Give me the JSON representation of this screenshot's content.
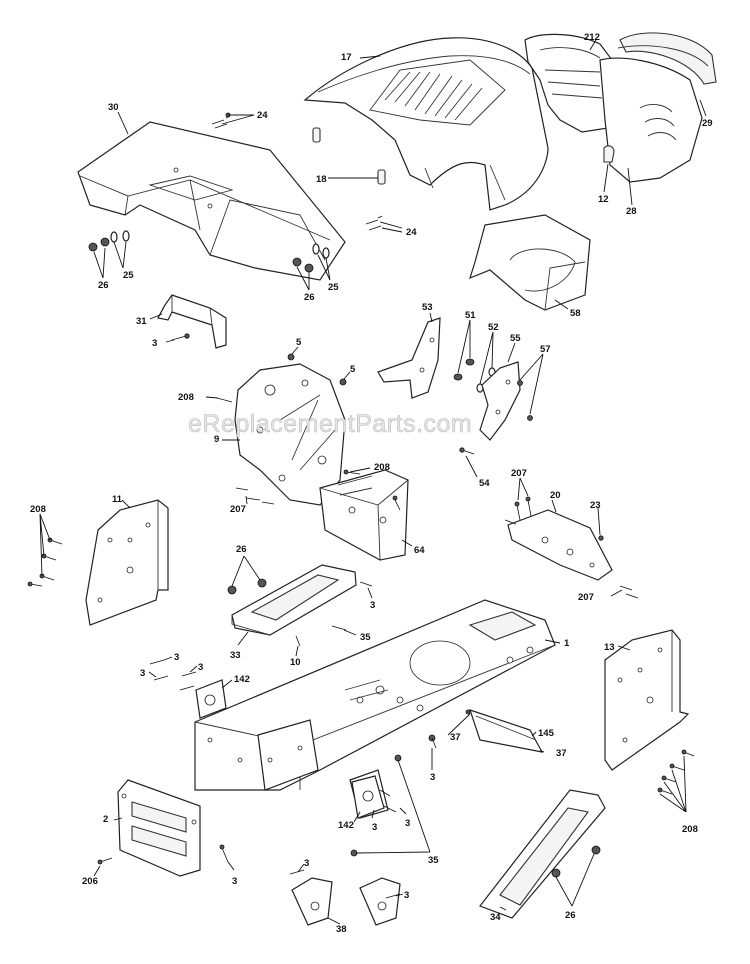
{
  "watermark": "eReplacementParts.com",
  "callouts": {
    "c17": "17",
    "c212": "212",
    "c30": "30",
    "c24a": "24",
    "c29": "29",
    "c18": "18",
    "c12": "12",
    "c28": "28",
    "c24b": "24",
    "c25a": "25",
    "c26a": "26",
    "c26b": "26",
    "c25b": "25",
    "c58": "58",
    "c53": "53",
    "c51": "51",
    "c52": "52",
    "c55": "55",
    "c57": "57",
    "c31": "31",
    "c3a": "3",
    "c5a": "5",
    "c5b": "5",
    "c208a": "208",
    "c9": "9",
    "c54": "54",
    "c208b": "208",
    "c207a": "207",
    "c207b": "207",
    "c20": "20",
    "c23": "23",
    "c208c": "208",
    "c11": "11",
    "c64": "64",
    "c26c": "26",
    "c3b": "3",
    "c207c": "207",
    "c33": "33",
    "c35a": "35",
    "c10": "10",
    "c1": "1",
    "c13": "13",
    "c3c": "3",
    "c3d": "3",
    "c3e": "3",
    "c142a": "142",
    "c37a": "37",
    "c145": "145",
    "c37b": "37",
    "c3f": "3",
    "c208d": "208",
    "c2": "2",
    "c142b": "142",
    "c3g": "3",
    "c3h": "3",
    "c35b": "35",
    "c206": "206",
    "c3i": "3",
    "c34": "34",
    "c3j": "3",
    "c3k": "3",
    "c38": "38",
    "c26d": "26"
  }
}
